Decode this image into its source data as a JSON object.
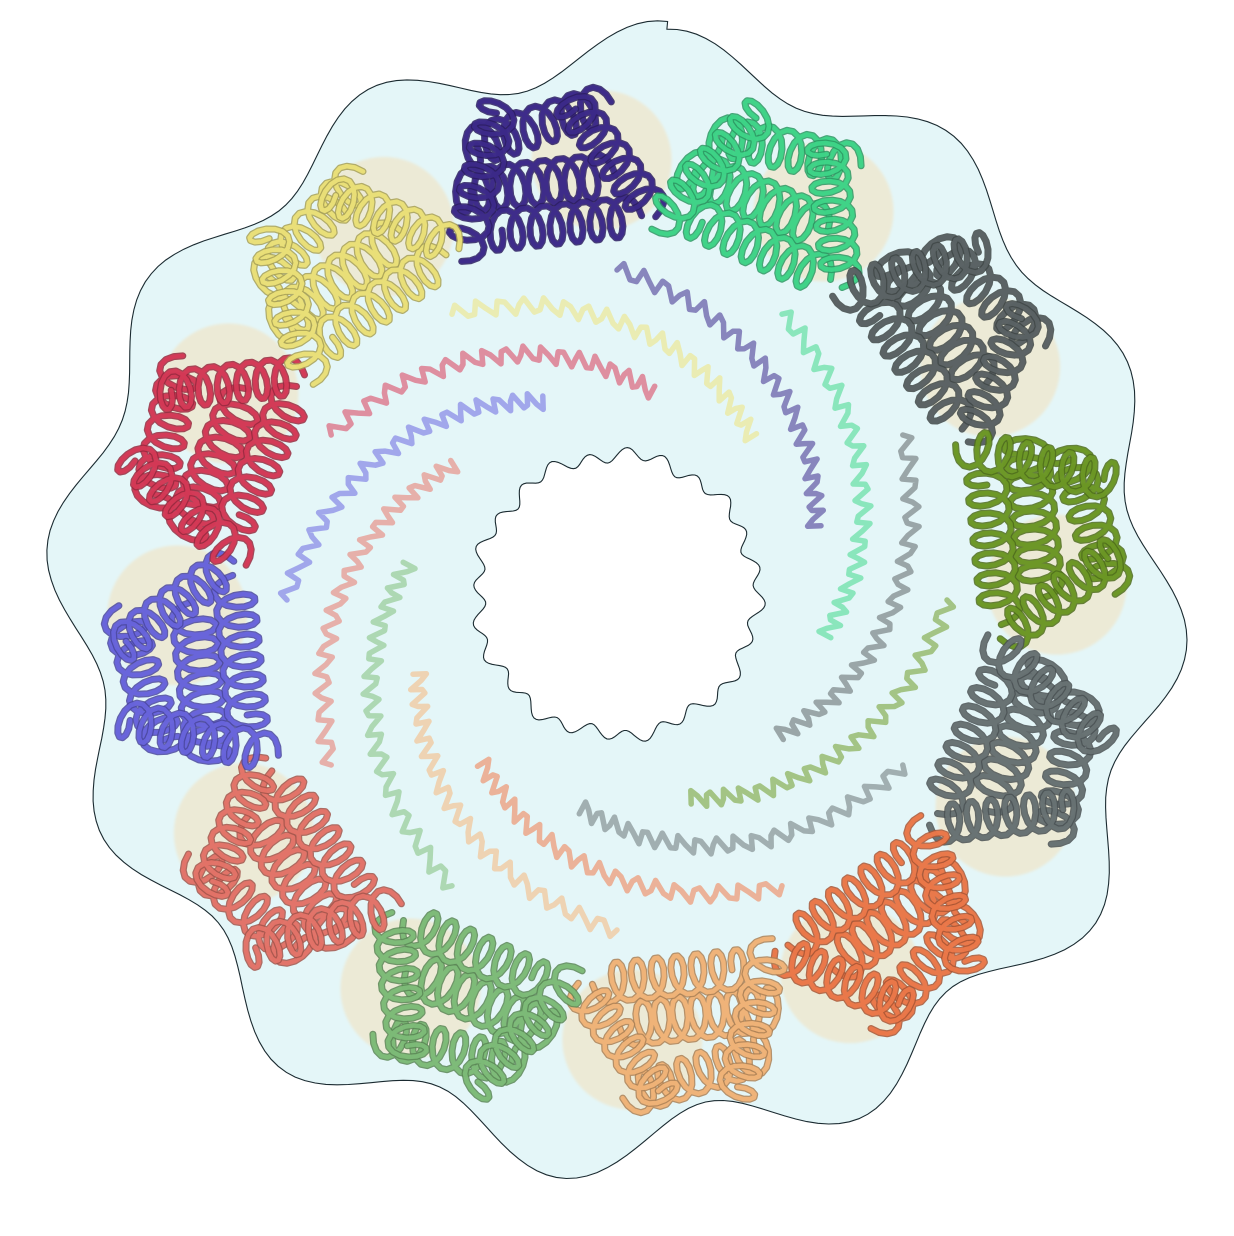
{
  "image": {
    "subject": "protein-ring-assembly",
    "background": "#ffffff",
    "surface_fill": "#dff4f7",
    "surface_edge": "#1a2a30",
    "core_tint": "#f6dcae",
    "subunit_count": 12,
    "subunits": [
      {
        "name": "subunit-indigo",
        "color": "#3d2a8c"
      },
      {
        "name": "subunit-mint",
        "color": "#3fd88a"
      },
      {
        "name": "subunit-dark-gray",
        "color": "#5c6466"
      },
      {
        "name": "subunit-olive",
        "color": "#6e9a26"
      },
      {
        "name": "subunit-slate",
        "color": "#6a7476"
      },
      {
        "name": "subunit-orange",
        "color": "#f07a4a"
      },
      {
        "name": "subunit-peach",
        "color": "#f5b77a"
      },
      {
        "name": "subunit-sage",
        "color": "#7fbf7a"
      },
      {
        "name": "subunit-salmon",
        "color": "#e8766a"
      },
      {
        "name": "subunit-periwinkle",
        "color": "#6a66e0"
      },
      {
        "name": "subunit-crimson",
        "color": "#d83a58"
      },
      {
        "name": "subunit-butter",
        "color": "#efe47a"
      }
    ]
  }
}
